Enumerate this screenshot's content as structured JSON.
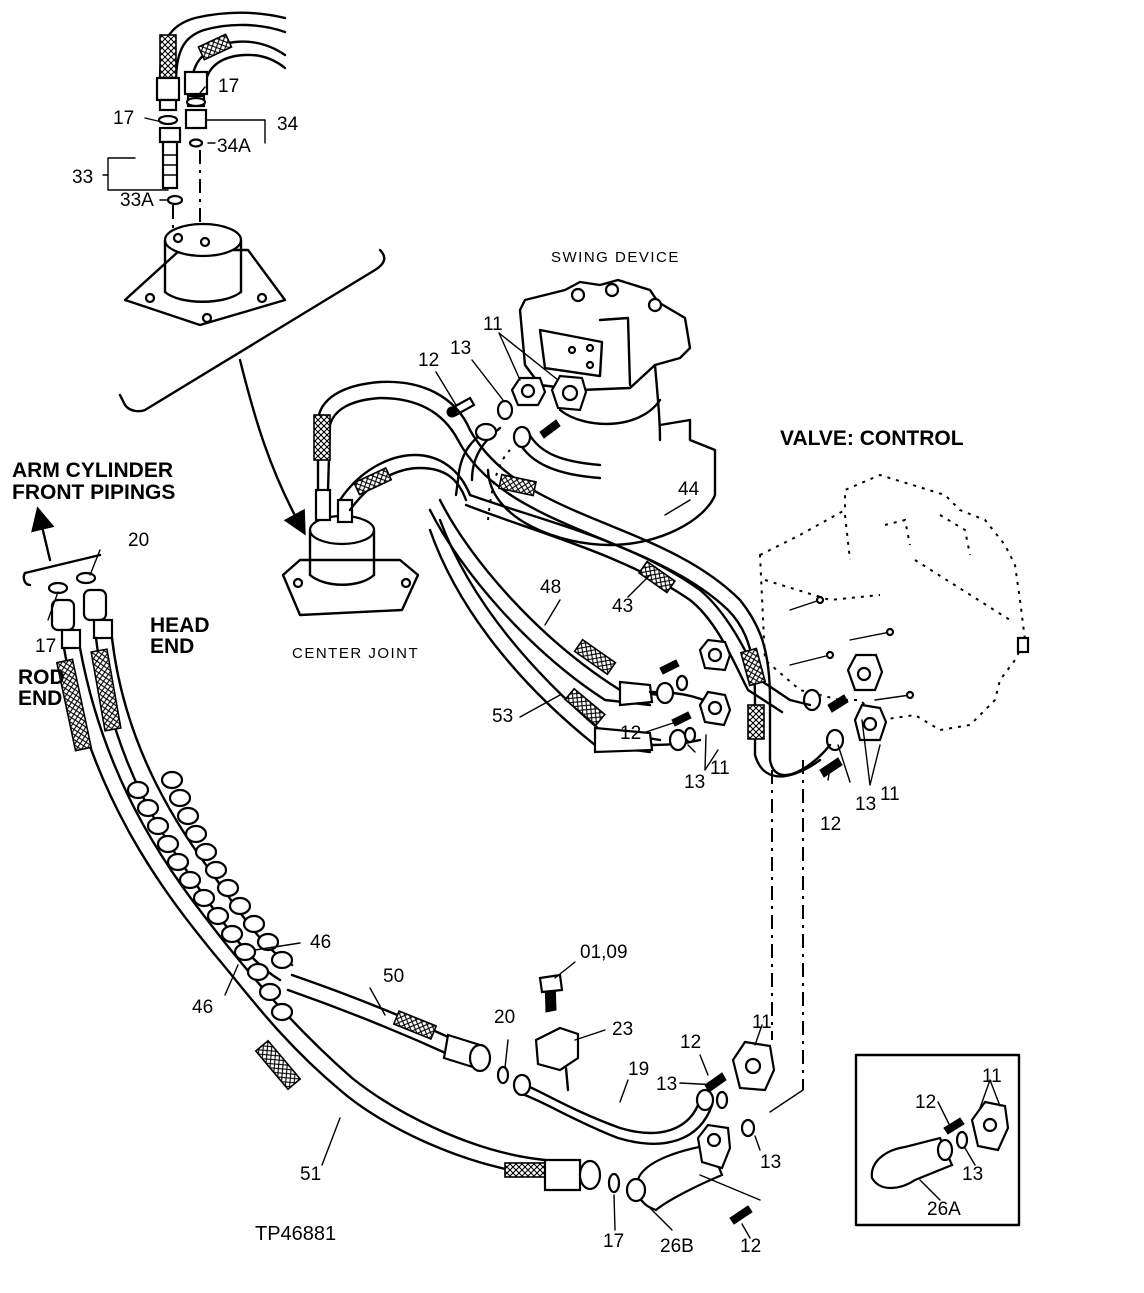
{
  "labels": {
    "swing_device": "SWING DEVICE",
    "valve_control": "VALVE: CONTROL",
    "arm_cylinder_line1": "ARM CYLINDER",
    "arm_cylinder_line2": "FRONT PIPINGS",
    "center_joint": "CENTER JOINT",
    "head_end_line1": "HEAD",
    "head_end_line2": "END",
    "rod_end_line1": "ROD",
    "rod_end_line2": "END",
    "figure_code": "TP46881"
  },
  "callouts": {
    "c17a": "17",
    "c17b": "17",
    "c34": "34",
    "c34a": "34A",
    "c33": "33",
    "c33a": "33A",
    "c11a": "11",
    "c12a": "12",
    "c13a": "13",
    "c44": "44",
    "c43": "43",
    "c48": "48",
    "c53": "53",
    "c12b": "12",
    "c13b": "13",
    "c11b": "11",
    "c12c": "12",
    "c13c": "13",
    "c11c": "11",
    "c20a": "20",
    "c17c": "17",
    "c46a": "46",
    "c46b": "46",
    "c50": "50",
    "c0109": "01,09",
    "c20b": "20",
    "c23": "23",
    "c12d": "12",
    "c11d": "11",
    "c13d": "13",
    "c19": "19",
    "c13e": "13",
    "c51": "51",
    "c17d": "17",
    "c26b": "26B",
    "c12e": "12",
    "c11e": "11",
    "c12f": "12",
    "c13f": "13",
    "c26a": "26A"
  },
  "icons": [
    "arrow-up-left-icon",
    "curved-arrow-icon"
  ],
  "colors": {
    "ink": "#000000",
    "paper": "#ffffff"
  }
}
